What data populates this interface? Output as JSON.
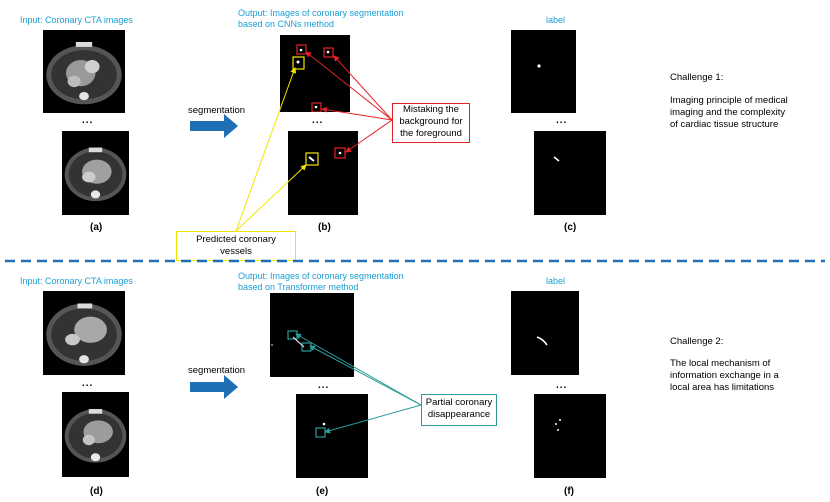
{
  "top": {
    "input_caption": "Input: Coronary CTA images",
    "output_caption": "Output: Images of coronary segmentation\nbased on CNNs method",
    "label_caption": "label",
    "arrow_label": "segmentation",
    "dots": "...",
    "panel_labels": [
      "(a)",
      "(b)",
      "(c)"
    ],
    "callout_red": "Mistaking the\nbackground for\nthe foreground",
    "callout_yellow": "Predicted coronary\nvessels",
    "challenge_title": "Challenge 1:",
    "challenge_text": "Imaging principle of medical\nimaging and the complexity\nof cardiac tissue structure"
  },
  "bottom": {
    "input_caption": "Input: Coronary CTA images",
    "output_caption": "Output: Images of coronary segmentation\nbased on Transformer method",
    "label_caption": "label",
    "arrow_label": "segmentation",
    "dots": "...",
    "panel_labels": [
      "(d)",
      "(e)",
      "(f)"
    ],
    "callout_teal": "Partial coronary\ndisappearance",
    "challenge_title": "Challenge 2:",
    "challenge_text": "The local mechanism of\ninformation exchange in a\nlocal area has limitations"
  },
  "colors": {
    "caption": "#1a9fd6",
    "arrow": "#1f6fb5",
    "divider": "#1f6fb5",
    "red": "#e32227",
    "yellow": "#f2e600",
    "teal": "#2a9d9a"
  }
}
